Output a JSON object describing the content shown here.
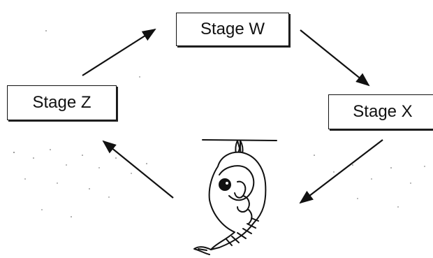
{
  "stages": {
    "w": "Stage W",
    "x": "Stage X",
    "z": "Stage Z"
  },
  "pupa_picture": "pupa-illustration"
}
